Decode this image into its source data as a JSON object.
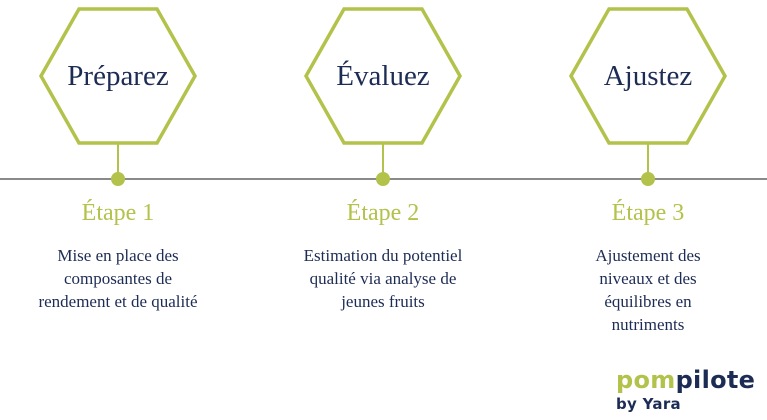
{
  "steps": [
    {
      "title": "Préparez",
      "step_label": "Étape 1",
      "description": "Mise en place des composantes de rendement et de qualité"
    },
    {
      "title": "Évaluez",
      "step_label": "Étape 2",
      "description": "Estimation du potentiel qualité via analyse de jeunes fruits"
    },
    {
      "title": "Ajustez",
      "step_label": "Étape 3",
      "description": "Ajustement des niveaux et des équilibres en nutriments"
    }
  ],
  "brand": {
    "pom": "pom",
    "pilote": "pilote",
    "by": "by Yara"
  },
  "colors": {
    "accent": "#b3c24a",
    "text": "#1d2c55",
    "line": "#8a8a8a"
  }
}
